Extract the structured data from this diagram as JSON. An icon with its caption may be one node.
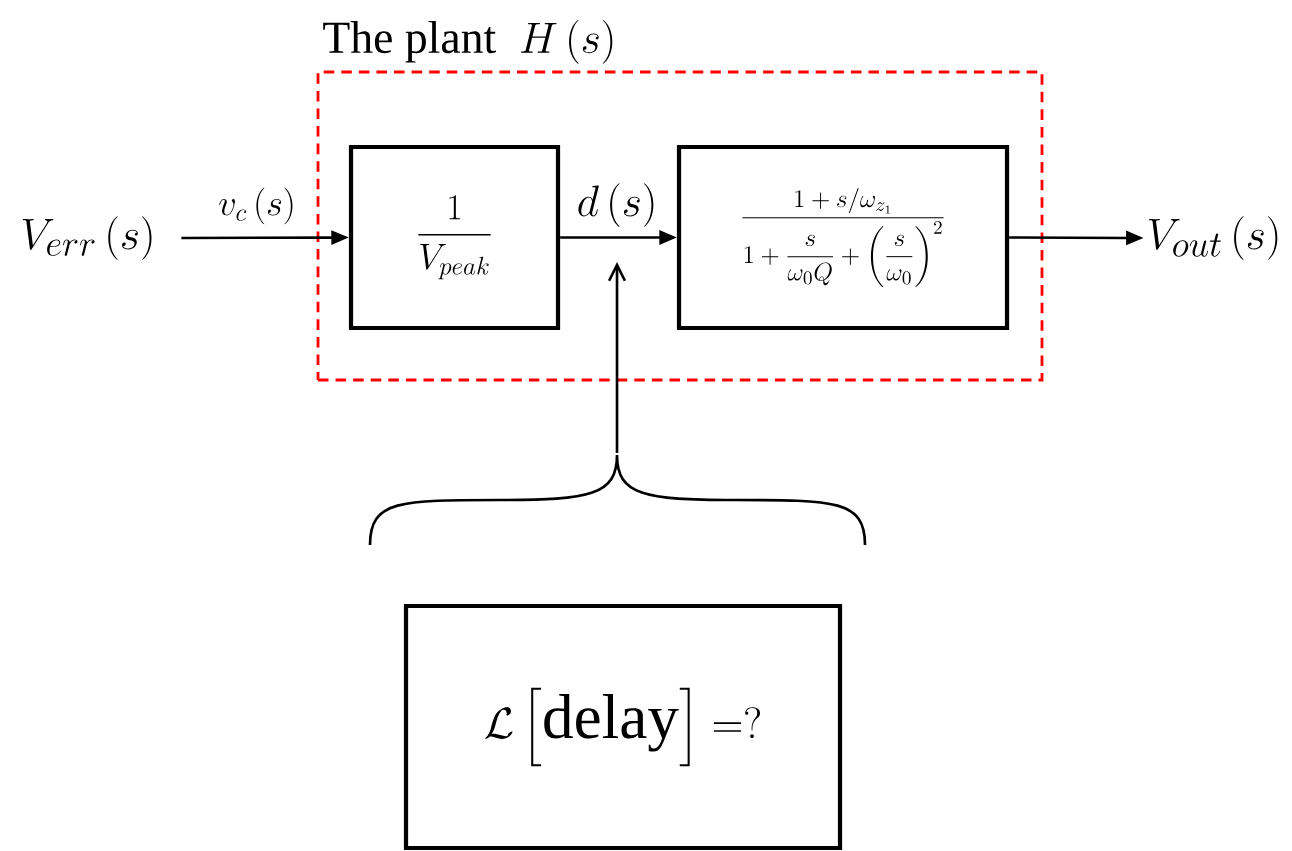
{
  "diagram": {
    "nodes": [
      {
        "text": [
          "The plant",
          "H\\left(s\\right)"
        ]
      },
      {
        "text": [
          "\\frac{1}{V_{peak}}"
        ],
        "in": 0
      },
      {
        "text": [
          "\\frac{1+s/\\omega_{z_1}}{1+\\dfrac{s}{\\omega_0 Q}+\\left(\\dfrac{s}{\\omega_0}\\right)^2}"
        ],
        "in": 0
      },
      {
        "text": [
          "V_{err}\\left(s\\right)"
        ]
      },
      {
        "text": [
          "V_{out}\\left(s\\right)"
        ]
      },
      {
        "text": [
          "\\mathcal{L}\\left[\\mathrm{delay}\\right]=?"
        ]
      }
    ],
    "edges": [
      {
        "from": 3,
        "to": 1,
        "arrow": "to",
        "label": "v_c\\left(s\\right)"
      },
      {
        "from": 1,
        "to": 2,
        "arrow": "to",
        "label": "d\\left(s\\right)"
      },
      {
        "from": 2,
        "to": 4,
        "arrow": "to"
      },
      {
        "from": 5,
        "to": null,
        "arrow": "to"
      }
    ]
  }
}
